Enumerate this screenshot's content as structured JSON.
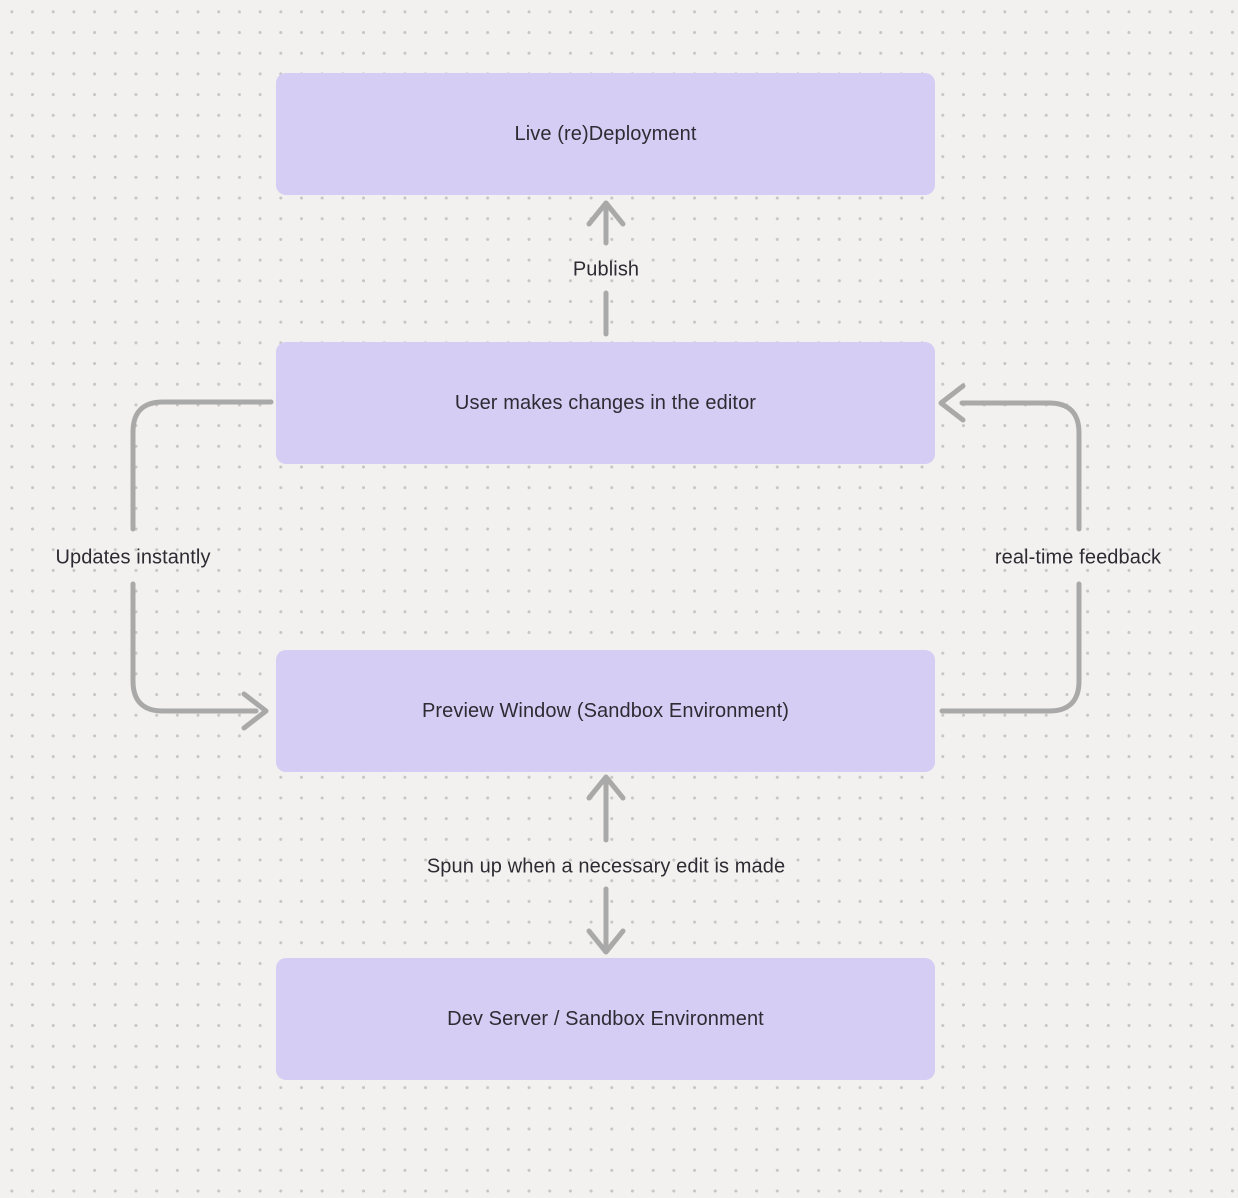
{
  "diagram": {
    "nodes": [
      {
        "id": "live-redeployment",
        "label": "Live (re)Deployment"
      },
      {
        "id": "user-editor",
        "label": "User makes changes in the editor"
      },
      {
        "id": "preview-window",
        "label": "Preview Window (Sandbox Environment)"
      },
      {
        "id": "dev-server",
        "label": "Dev Server / Sandbox Environment"
      }
    ],
    "edges": [
      {
        "id": "publish",
        "label": "Publish",
        "from": "user-editor",
        "to": "live-redeployment",
        "style": "straight-up-arrow"
      },
      {
        "id": "updates-instantly",
        "label": "Updates instantly",
        "from": "user-editor",
        "to": "preview-window",
        "style": "left-loop-arrow"
      },
      {
        "id": "real-time-feedback",
        "label": "real-time feedback",
        "from": "preview-window",
        "to": "user-editor",
        "style": "right-loop-arrow"
      },
      {
        "id": "spun-up",
        "label": "Spun up when a necessary edit is made",
        "from": "preview-window",
        "to": "dev-server",
        "style": "bidirectional-arrow"
      }
    ],
    "colors": {
      "background": "#f2f1ef",
      "grid_dot": "#c7c6c4",
      "node_fill": "#d6cdf5",
      "node_text": "#2e2b33",
      "arrow": "#a9a9a9"
    }
  }
}
